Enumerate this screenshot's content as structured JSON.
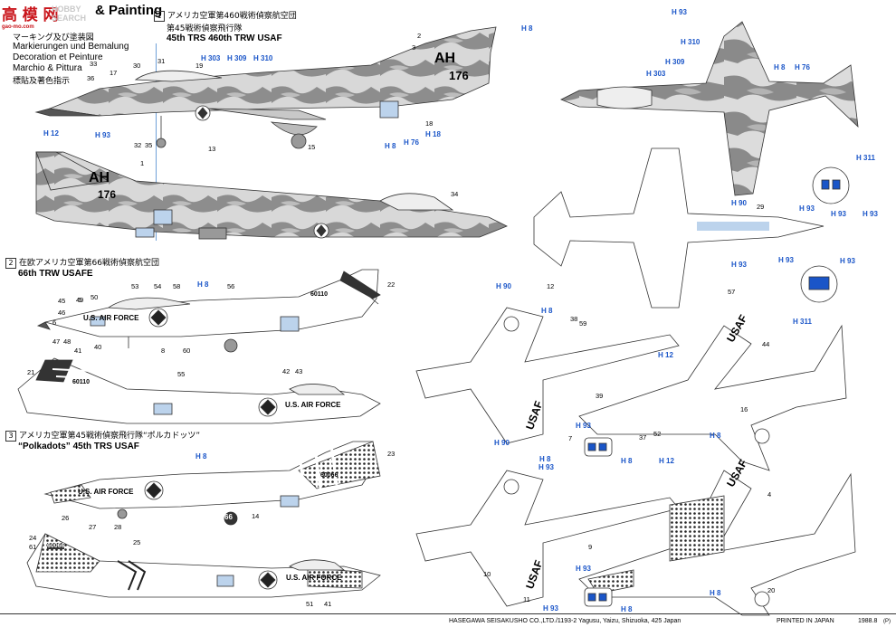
{
  "watermark": {
    "main": "高 模 网",
    "latin": "HOBBY SEARCH",
    "sub": "gao-mo.com"
  },
  "header": {
    "title_fragment": "& Painting",
    "title_jp": "マーキング及び塗装図",
    "languages": [
      "Markierungen und Bemalung",
      "Decoration et Peinture",
      "Marchio & Pittura",
      "標貼及著色指示"
    ]
  },
  "sections": [
    {
      "number": "1",
      "title_jp_1": "アメリカ空軍第460戦術偵察航空団",
      "title_jp_2": "第45戦術偵察飛行隊",
      "title_en": "45th TRS 460th TRW USAF"
    },
    {
      "number": "2",
      "title_jp_1": "在欧アメリカ空軍第66戦術偵察航空団",
      "title_en": "66th TRW USAFE"
    },
    {
      "number": "3",
      "title_jp_1": "アメリカ空軍第45戦術偵察飛行隊“ポルカドッツ”",
      "title_en": "“Polkadots” 45th TRS USAF"
    }
  ],
  "markings": {
    "ah": "AH",
    "serial_176": "176",
    "us_air_force": "U.S. AIR FORCE",
    "serial_60110": "60110",
    "serial_60066": "60066",
    "usaf": "USAF",
    "code_66": "66"
  },
  "color_callouts": {
    "h12": "H 12",
    "h93": "H 93",
    "h8": "H 8",
    "h303": "H 303",
    "h309": "H 309",
    "h310": "H 310",
    "h18": "H 18",
    "h76": "H 76",
    "h311": "H 311",
    "h90": "H 90"
  },
  "part_callouts": [
    "33",
    "36",
    "17",
    "30",
    "31",
    "32",
    "35",
    "2",
    "3",
    "15",
    "13",
    "1",
    "45",
    "46",
    "47",
    "48",
    "49",
    "50",
    "53",
    "54",
    "55",
    "56",
    "58",
    "59",
    "60",
    "61",
    "5",
    "8",
    "14",
    "20",
    "21",
    "22",
    "23",
    "24",
    "25",
    "26",
    "27",
    "28",
    "29",
    "38",
    "39",
    "40",
    "41",
    "42",
    "43",
    "44",
    "4",
    "6",
    "7",
    "9",
    "10",
    "11",
    "12",
    "16",
    "19",
    "34",
    "37",
    "51",
    "52",
    "57",
    "41",
    "18"
  ],
  "footer": {
    "maker": "HASEGAWA SEISAKUSHO CO.,LTD./1193-2 Yagusu, Yaizu, Shizuoka, 425 Japan",
    "printed": "PRINTED IN JAPAN",
    "date": "1988.8",
    "mark": "(P)"
  }
}
